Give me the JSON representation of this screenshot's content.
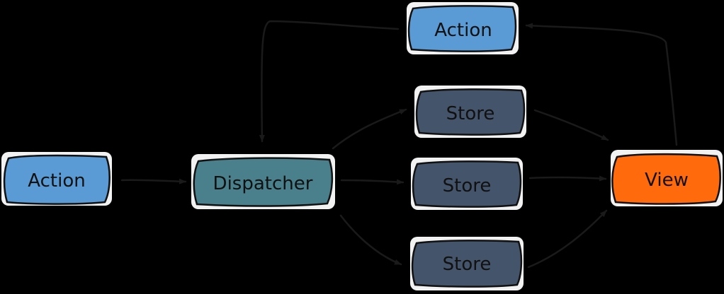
{
  "diagram": {
    "title": "",
    "nodes": [
      {
        "id": "action_left",
        "label": "Action",
        "kind": "action"
      },
      {
        "id": "dispatcher",
        "label": "Dispatcher",
        "kind": "dispatcher"
      },
      {
        "id": "store_top",
        "label": "Store",
        "kind": "store"
      },
      {
        "id": "store_mid",
        "label": "Store",
        "kind": "store"
      },
      {
        "id": "store_bottom",
        "label": "Store",
        "kind": "store"
      },
      {
        "id": "view",
        "label": "View",
        "kind": "view"
      },
      {
        "id": "action_top",
        "label": "Action",
        "kind": "action"
      }
    ],
    "edges": [
      {
        "from": "action_left",
        "to": "dispatcher"
      },
      {
        "from": "dispatcher",
        "to": "store_top"
      },
      {
        "from": "dispatcher",
        "to": "store_mid"
      },
      {
        "from": "dispatcher",
        "to": "store_bottom"
      },
      {
        "from": "store_top",
        "to": "view"
      },
      {
        "from": "store_mid",
        "to": "view"
      },
      {
        "from": "store_bottom",
        "to": "view"
      },
      {
        "from": "view",
        "to": "action_top"
      },
      {
        "from": "action_top",
        "to": "dispatcher"
      }
    ]
  },
  "colors": {
    "background": "#000000",
    "action": "#5B9BD5",
    "dispatcher": "#4A7F8C",
    "store": "#44546A",
    "view": "#FF6A0D",
    "outline": "#111111",
    "arrow": "#1a1a1a",
    "text": "#111111"
  }
}
